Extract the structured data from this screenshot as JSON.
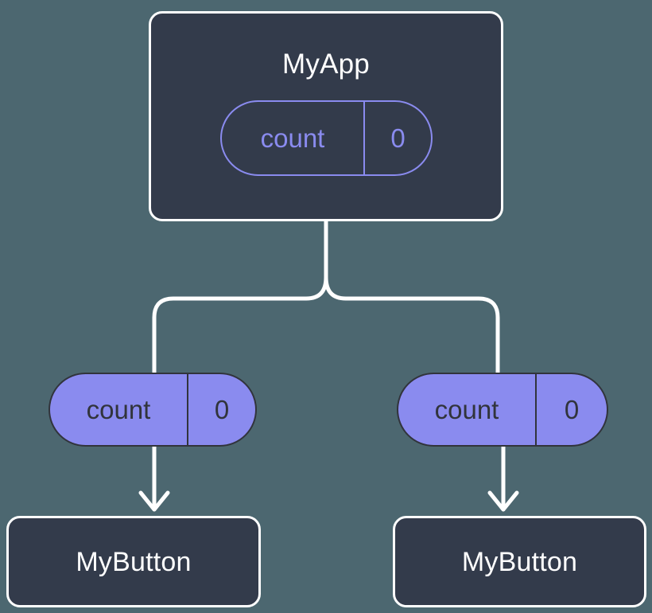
{
  "diagram": {
    "title_node": {
      "name": "MyApp",
      "state": {
        "key": "count",
        "value": "0"
      }
    },
    "children": [
      {
        "state": {
          "key": "count",
          "value": "0"
        },
        "name": "MyButton"
      },
      {
        "state": {
          "key": "count",
          "value": "0"
        },
        "name": "MyButton"
      }
    ],
    "connectors": {
      "fork_label": "prop-drill-fork",
      "arrow_left_label": "prop-arrow-left",
      "arrow_right_label": "prop-arrow-right"
    },
    "colors": {
      "background": "#4c6770",
      "node_fill": "#333b4b",
      "node_border": "#ffffff",
      "accent": "#8a8bef",
      "pill_text": "#31343c",
      "title_text": "#ffffff",
      "wire": "#ffffff"
    }
  }
}
